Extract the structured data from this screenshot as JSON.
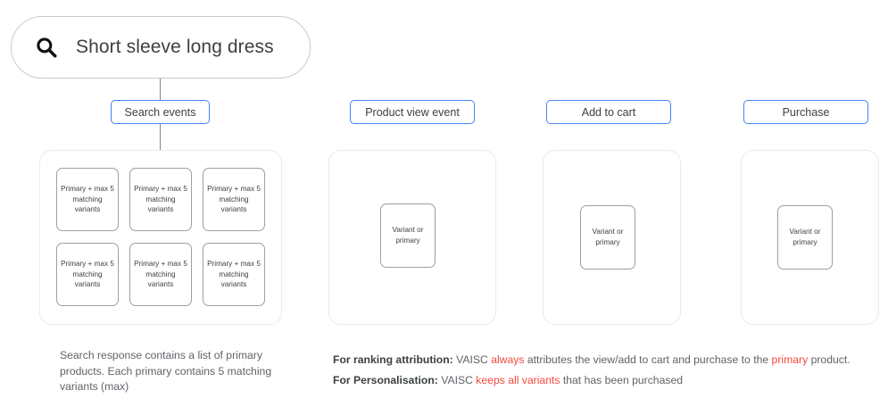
{
  "search": {
    "icon": "search-icon",
    "query": "Short sleeve long dress"
  },
  "stages": [
    {
      "key": "search",
      "label": "Search events"
    },
    {
      "key": "view",
      "label": "Product view event"
    },
    {
      "key": "cart",
      "label": "Add to cart"
    },
    {
      "key": "purchase",
      "label": "Purchase"
    }
  ],
  "variant_cards": [
    {
      "text": "Primary + max 5 matching variants"
    },
    {
      "text": "Primary + max 5 matching variants"
    },
    {
      "text": "Primary + max 5 matching variants"
    },
    {
      "text": "Primary + max 5 matching variants"
    },
    {
      "text": "Primary + max 5 matching variants"
    },
    {
      "text": "Primary + max 5 matching variants"
    }
  ],
  "single_cards": {
    "view": "Variant or primary",
    "cart": "Variant or primary",
    "purchase": "Variant or primary"
  },
  "captions": {
    "left": "Search response contains a list of primary products. Each primary contains 5 matching variants (max)",
    "right": [
      {
        "label": "For ranking attribution:",
        "part1": " VAISC ",
        "highlight1": "always",
        "part2": " attributes the view/add to cart and purchase to the ",
        "highlight2": "primary",
        "part3": " product."
      },
      {
        "label": "For Personalisation:",
        "part1": " VAISC ",
        "highlight1": "keeps all variants",
        "part2": " that has been purchased",
        "highlight2": "",
        "part3": ""
      }
    ]
  },
  "colors": {
    "accent_blue": "#4285f4",
    "highlight_red": "#f4493d",
    "panel_border": "#e8eaed",
    "card_border": "#9aa0a6",
    "text": "#3c4043",
    "muted_text": "#5f6368"
  }
}
